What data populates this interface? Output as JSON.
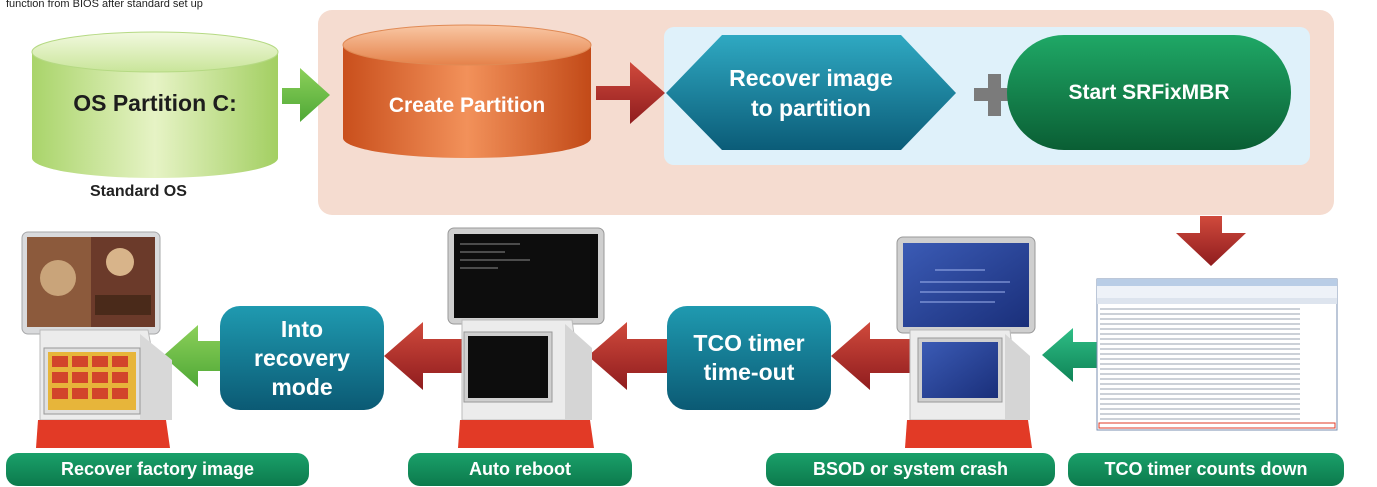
{
  "caption": "function from BIOS after standard set up",
  "os_partition_label": "OS Partition C:",
  "standard_os_label": "Standard OS",
  "create_partition_label": "Create Partition",
  "recover_image_label_line1": "Recover image",
  "recover_image_label_line2": "to partition",
  "start_srfixmbr_label": "Start SRFixMBR",
  "into_recovery_line1": "Into",
  "into_recovery_line2": "recovery",
  "into_recovery_line3": "mode",
  "tco_timeout_line1": "TCO timer",
  "tco_timeout_line2": "time-out",
  "steps": {
    "recover_factory_image": "Recover factory image",
    "auto_reboot": "Auto reboot",
    "bsod": "BSOD or system crash",
    "tco_countdown": "TCO timer counts down"
  },
  "colors": {
    "peach_panel": "#f5dcd0",
    "blue_panel": "#dff1fa",
    "green_arrow": "#6cc04a",
    "red_arrow": "#a8282a",
    "teal_arrow": "#149e6a",
    "pill_green": "#118a57"
  }
}
